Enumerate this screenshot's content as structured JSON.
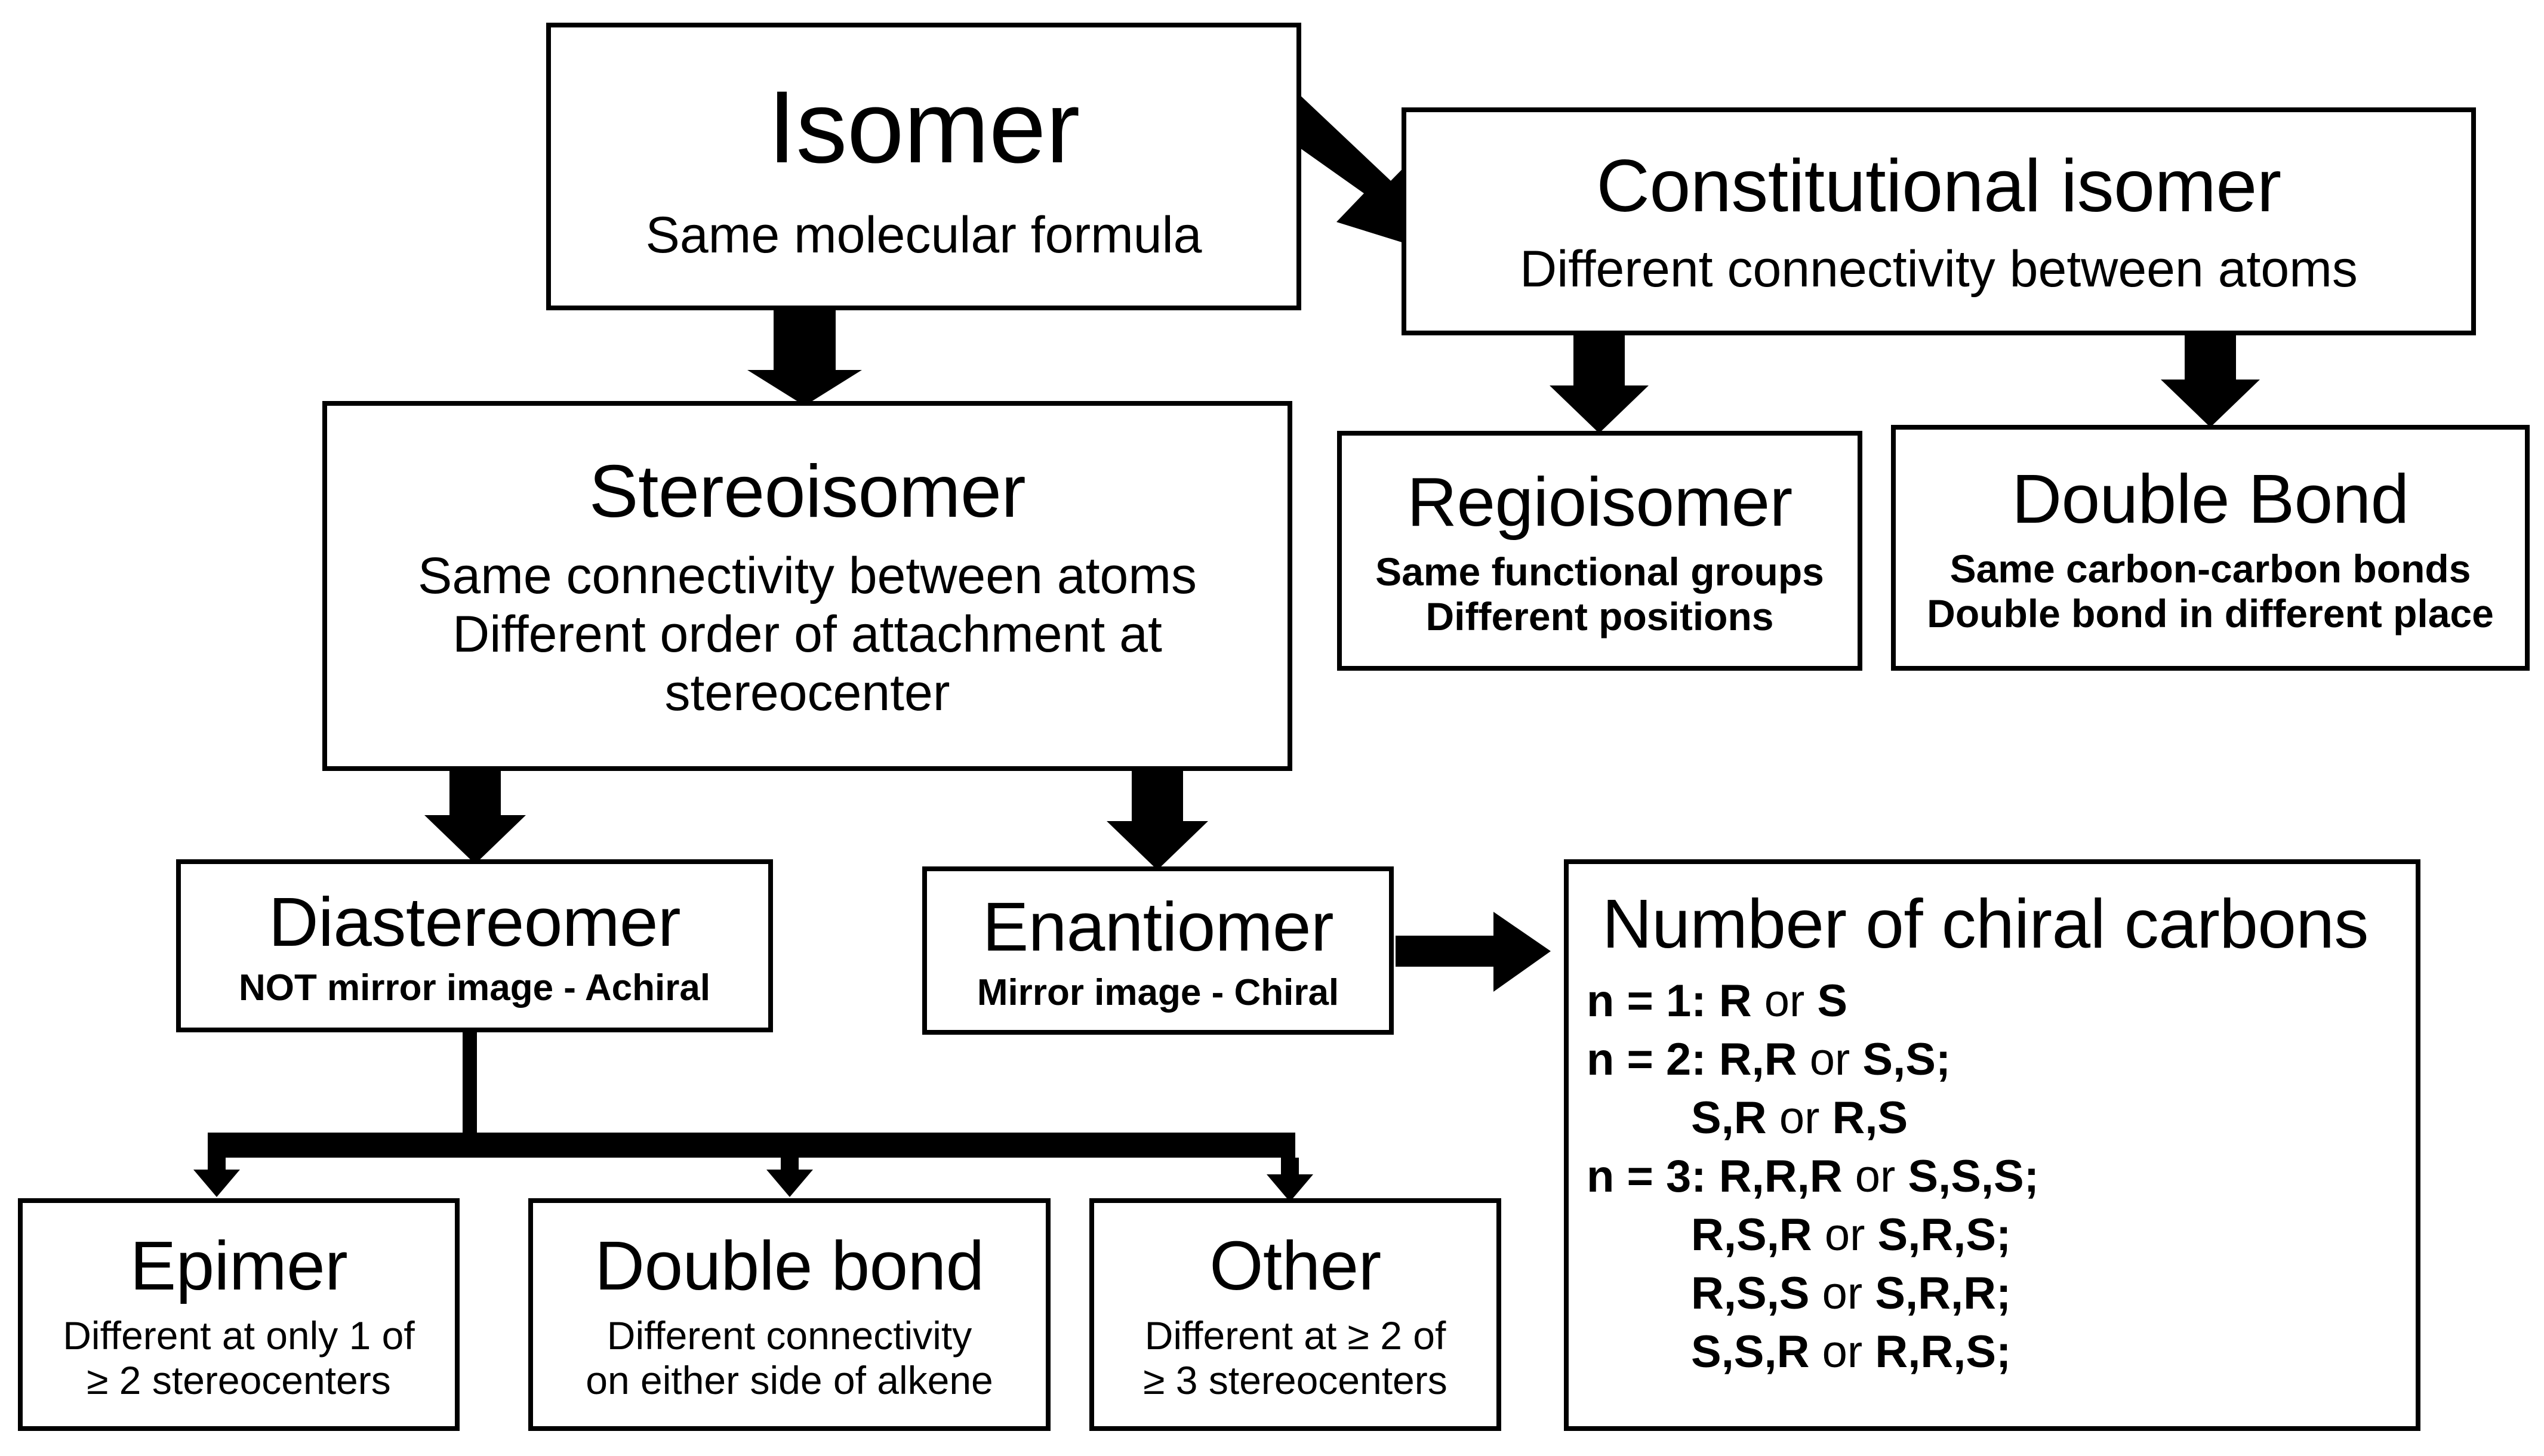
{
  "diagram": {
    "title": "Isomer classification flowchart",
    "ink_color": "#000000",
    "background_color": "#ffffff"
  },
  "nodes": {
    "isomer": {
      "title": "Isomer",
      "sub1": "Same molecular formula"
    },
    "constitutional": {
      "title": "Constitutional isomer",
      "sub1": "Different connectivity between atoms"
    },
    "stereoisomer": {
      "title": "Stereoisomer",
      "sub1": "Same connectivity between atoms",
      "sub2": "Different order of attachment at",
      "sub3": "stereocenter"
    },
    "regioisomer": {
      "title": "Regioisomer",
      "sub1": "Same functional groups",
      "sub2": "Different positions"
    },
    "double_bond_top": {
      "title": "Double Bond",
      "sub1": "Same carbon-carbon bonds",
      "sub2": "Double bond in different place"
    },
    "diastereomer": {
      "title": "Diastereomer",
      "sub1": "NOT mirror image - Achiral"
    },
    "enantiomer": {
      "title": "Enantiomer",
      "sub1": "Mirror image - Chiral"
    },
    "epimer": {
      "title": "Epimer",
      "sub1": "Different at only 1 of",
      "sub2": "≥ 2 stereocenters"
    },
    "double_bond_bottom": {
      "title": "Double bond",
      "sub1": "Different connectivity",
      "sub2": "on either side of alkene"
    },
    "other": {
      "title": "Other",
      "sub1": "Different at ≥ 2 of",
      "sub2": "≥ 3 stereocenters"
    },
    "chiral_carbons": {
      "title": "Number of chiral carbons",
      "lines": [
        {
          "prefix": "n = 1: R ",
          "connector": "or",
          "suffix": " S",
          "indent": false
        },
        {
          "prefix": "n = 2: R,R ",
          "connector": "or",
          "suffix": " S,S;",
          "indent": false
        },
        {
          "prefix": "S,R ",
          "connector": "or",
          "suffix": " R,S",
          "indent": true
        },
        {
          "prefix": "n = 3: R,R,R ",
          "connector": "or",
          "suffix": " S,S,S;",
          "indent": false
        },
        {
          "prefix": "R,S,R ",
          "connector": "or",
          "suffix": " S,R,S;",
          "indent": true
        },
        {
          "prefix": "R,S,S ",
          "connector": "or",
          "suffix": " S,R,R;",
          "indent": true
        },
        {
          "prefix": "S,S,R ",
          "connector": "or",
          "suffix": " R,R,S;",
          "indent": true
        }
      ]
    }
  },
  "edges": [
    {
      "from": "isomer",
      "to": "constitutional",
      "style": "diagonal-block-arrow"
    },
    {
      "from": "isomer",
      "to": "stereoisomer",
      "style": "down-block-arrow"
    },
    {
      "from": "constitutional",
      "to": "regioisomer",
      "style": "down-block-arrow"
    },
    {
      "from": "constitutional",
      "to": "double_bond_top",
      "style": "down-block-arrow"
    },
    {
      "from": "stereoisomer",
      "to": "diastereomer",
      "style": "down-block-arrow"
    },
    {
      "from": "stereoisomer",
      "to": "enantiomer",
      "style": "down-block-arrow"
    },
    {
      "from": "enantiomer",
      "to": "chiral_carbons",
      "style": "right-block-arrow"
    },
    {
      "from": "diastereomer",
      "to": "epimer",
      "style": "tree-branch-arrow"
    },
    {
      "from": "diastereomer",
      "to": "double_bond_bottom",
      "style": "tree-branch-arrow"
    },
    {
      "from": "diastereomer",
      "to": "other",
      "style": "tree-branch-arrow"
    }
  ]
}
